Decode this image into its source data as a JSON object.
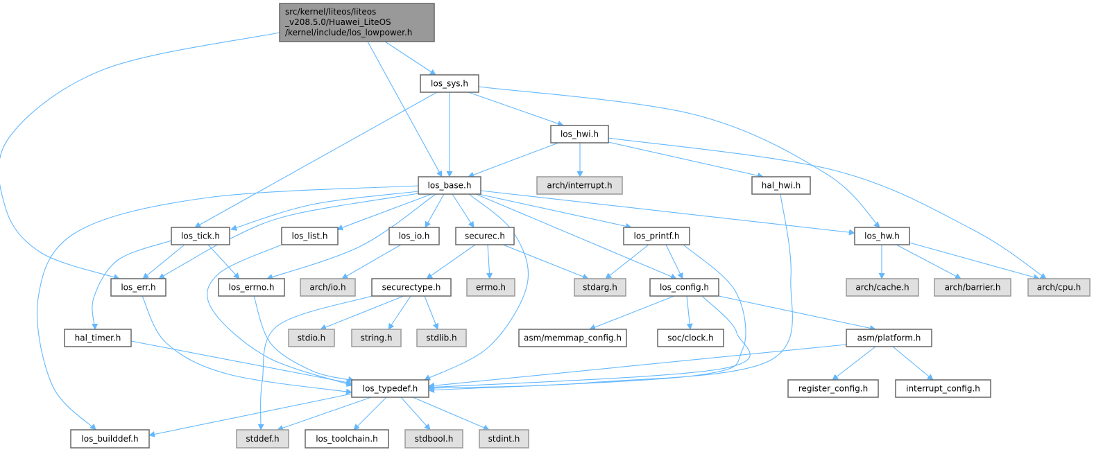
{
  "graph": {
    "title": "Include dependency graph for los_lowpower.h",
    "colors": {
      "edge": "#63b8ff",
      "root_fill": "#999999",
      "external_fill": "#e0e0e0",
      "node_fill": "#ffffff"
    },
    "nodes": {
      "root": {
        "lines": [
          "src/kernel/liteos/liteos",
          "_v208.5.0/Huawei_LiteOS",
          "/kernel/include/los_lowpower.h"
        ],
        "kind": "root"
      },
      "los_sys": {
        "label": "los_sys.h",
        "kind": "file"
      },
      "los_hwi": {
        "label": "los_hwi.h",
        "kind": "file"
      },
      "los_base": {
        "label": "los_base.h",
        "kind": "file"
      },
      "arch_interrupt": {
        "label": "arch/interrupt.h",
        "kind": "external"
      },
      "hal_hwi": {
        "label": "hal_hwi.h",
        "kind": "file"
      },
      "los_tick": {
        "label": "los_tick.h",
        "kind": "file"
      },
      "los_list": {
        "label": "los_list.h",
        "kind": "file"
      },
      "los_io": {
        "label": "los_io.h",
        "kind": "file"
      },
      "securec": {
        "label": "securec.h",
        "kind": "file"
      },
      "los_printf": {
        "label": "los_printf.h",
        "kind": "file"
      },
      "los_hw": {
        "label": "los_hw.h",
        "kind": "file"
      },
      "los_err": {
        "label": "los_err.h",
        "kind": "file"
      },
      "los_errno": {
        "label": "los_errno.h",
        "kind": "file"
      },
      "arch_io": {
        "label": "arch/io.h",
        "kind": "external"
      },
      "securetype": {
        "label": "securectype.h",
        "kind": "file"
      },
      "errno": {
        "label": "errno.h",
        "kind": "external"
      },
      "stdarg": {
        "label": "stdarg.h",
        "kind": "external"
      },
      "los_config": {
        "label": "los_config.h",
        "kind": "file"
      },
      "arch_cache": {
        "label": "arch/cache.h",
        "kind": "external"
      },
      "arch_barrier": {
        "label": "arch/barrier.h",
        "kind": "external"
      },
      "arch_cpu": {
        "label": "arch/cpu.h",
        "kind": "external"
      },
      "hal_timer": {
        "label": "hal_timer.h",
        "kind": "file"
      },
      "stdio": {
        "label": "stdio.h",
        "kind": "external"
      },
      "string": {
        "label": "string.h",
        "kind": "external"
      },
      "stdlib": {
        "label": "stdlib.h",
        "kind": "external"
      },
      "asm_memmap": {
        "label": "asm/memmap_config.h",
        "kind": "file"
      },
      "soc_clock": {
        "label": "soc/clock.h",
        "kind": "file"
      },
      "asm_platform": {
        "label": "asm/platform.h",
        "kind": "file"
      },
      "los_typedef": {
        "label": "los_typedef.h",
        "kind": "file"
      },
      "register_config": {
        "label": "register_config.h",
        "kind": "file"
      },
      "interrupt_config": {
        "label": "interrupt_config.h",
        "kind": "file"
      },
      "los_builddef": {
        "label": "los_builddef.h",
        "kind": "file"
      },
      "stddef": {
        "label": "stddef.h",
        "kind": "external"
      },
      "los_toolchain": {
        "label": "los_toolchain.h",
        "kind": "file"
      },
      "stdbool": {
        "label": "stdbool.h",
        "kind": "external"
      },
      "stdint": {
        "label": "stdint.h",
        "kind": "external"
      }
    },
    "edges": [
      [
        "root",
        "los_sys"
      ],
      [
        "root",
        "los_base"
      ],
      [
        "root",
        "los_err"
      ],
      [
        "los_sys",
        "los_base"
      ],
      [
        "los_sys",
        "los_tick"
      ],
      [
        "los_sys",
        "los_hwi"
      ],
      [
        "los_sys",
        "los_hw"
      ],
      [
        "los_hwi",
        "los_base"
      ],
      [
        "los_hwi",
        "arch_interrupt"
      ],
      [
        "los_hwi",
        "hal_hwi"
      ],
      [
        "los_hwi",
        "arch_cpu"
      ],
      [
        "los_base",
        "los_tick"
      ],
      [
        "los_base",
        "los_err"
      ],
      [
        "los_base",
        "los_list"
      ],
      [
        "los_base",
        "los_errno"
      ],
      [
        "los_base",
        "los_io"
      ],
      [
        "los_base",
        "securec"
      ],
      [
        "los_base",
        "los_builddef"
      ],
      [
        "los_base",
        "los_typedef"
      ],
      [
        "los_base",
        "los_config"
      ],
      [
        "los_base",
        "los_printf"
      ],
      [
        "los_base",
        "los_hw"
      ],
      [
        "hal_hwi",
        "los_typedef"
      ],
      [
        "los_tick",
        "los_err"
      ],
      [
        "los_tick",
        "los_errno"
      ],
      [
        "los_tick",
        "hal_timer"
      ],
      [
        "los_list",
        "los_typedef"
      ],
      [
        "los_io",
        "arch_io"
      ],
      [
        "securec",
        "securetype"
      ],
      [
        "securec",
        "errno"
      ],
      [
        "securec",
        "stdarg"
      ],
      [
        "los_printf",
        "stdarg"
      ],
      [
        "los_printf",
        "los_config"
      ],
      [
        "los_printf",
        "los_typedef"
      ],
      [
        "los_hw",
        "arch_cache"
      ],
      [
        "los_hw",
        "arch_barrier"
      ],
      [
        "los_hw",
        "arch_cpu"
      ],
      [
        "los_err",
        "los_typedef"
      ],
      [
        "los_errno",
        "los_typedef"
      ],
      [
        "securetype",
        "stdio"
      ],
      [
        "securetype",
        "string"
      ],
      [
        "securetype",
        "stdlib"
      ],
      [
        "securetype",
        "stddef"
      ],
      [
        "los_config",
        "asm_memmap"
      ],
      [
        "los_config",
        "soc_clock"
      ],
      [
        "los_config",
        "asm_platform"
      ],
      [
        "los_config",
        "los_typedef"
      ],
      [
        "asm_platform",
        "register_config"
      ],
      [
        "asm_platform",
        "interrupt_config"
      ],
      [
        "asm_platform",
        "los_typedef"
      ],
      [
        "hal_timer",
        "los_typedef"
      ],
      [
        "los_typedef",
        "los_builddef"
      ],
      [
        "los_typedef",
        "stddef"
      ],
      [
        "los_typedef",
        "los_toolchain"
      ],
      [
        "los_typedef",
        "stdbool"
      ],
      [
        "los_typedef",
        "stdint"
      ]
    ]
  }
}
